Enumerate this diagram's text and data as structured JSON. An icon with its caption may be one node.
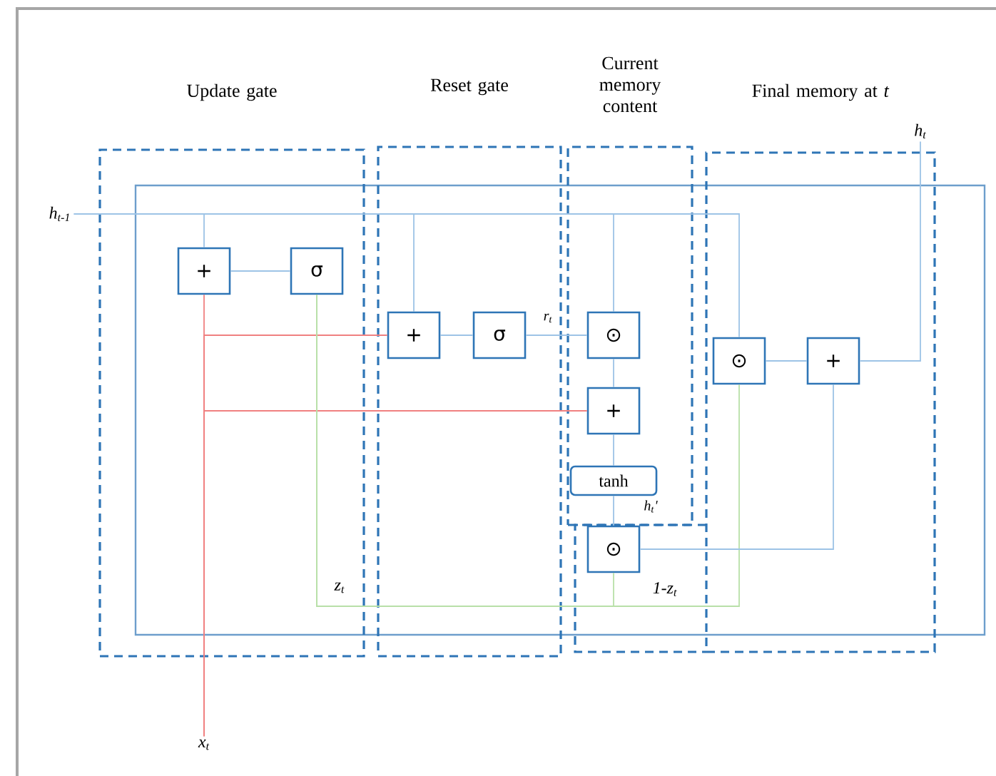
{
  "diagram": {
    "nodes": [
      {
        "text": [
          "Update gate"
        ]
      },
      {
        "text": [
          "Reset gate"
        ]
      },
      {
        "text": [
          "Current memory content"
        ]
      },
      {
        "text": [
          "Final memory at *t*"
        ]
      },
      {
        "text": [
          "+"
        ],
        "in": 0
      },
      {
        "text": [
          "σ"
        ],
        "in": 0
      },
      {
        "text": [
          "+"
        ],
        "in": 1
      },
      {
        "text": [
          "σ"
        ],
        "in": 1
      },
      {
        "text": [
          "⊙"
        ],
        "in": 2
      },
      {
        "text": [
          "+"
        ],
        "in": 2
      },
      {
        "text": [
          "tanh"
        ],
        "in": 2
      },
      {
        "text": [
          "⊙"
        ]
      },
      {
        "text": [
          "⊙"
        ],
        "in": 3
      },
      {
        "text": [
          "+"
        ],
        "in": 3
      },
      {
        "text": [
          "h$_{t-1}$"
        ]
      },
      {
        "text": [
          "h$_{t}$"
        ]
      },
      {
        "text": [
          "x$_{t}$"
        ]
      }
    ],
    "edges": [
      {
        "from": 14,
        "to": 4,
        "arrow": "none"
      },
      {
        "from": 14,
        "to": 6,
        "arrow": "none"
      },
      {
        "from": 14,
        "to": 8,
        "arrow": "none"
      },
      {
        "from": 14,
        "to": 12,
        "arrow": "none"
      },
      {
        "from": 4,
        "to": 5,
        "arrow": "none"
      },
      {
        "from": 16,
        "to": 4,
        "arrow": "none",
        "color": "#f08080"
      },
      {
        "from": 16,
        "to": 6,
        "arrow": "none",
        "color": "#f08080"
      },
      {
        "from": 16,
        "to": 9,
        "arrow": "none",
        "color": "#f08080"
      },
      {
        "from": 5,
        "to": 12,
        "arrow": "none",
        "color": "#b8e0a8"
      },
      {
        "from": 5,
        "to": 11,
        "arrow": "none",
        "color": "#b8e0a8"
      },
      {
        "from": 6,
        "to": 7,
        "arrow": "none"
      },
      {
        "from": 7,
        "to": 8,
        "arrow": "none",
        "label": "r$_{t}$"
      },
      {
        "from": 8,
        "to": 9,
        "arrow": "none"
      },
      {
        "from": 9,
        "to": 10,
        "arrow": "none"
      },
      {
        "from": 10,
        "to": 11,
        "arrow": "none",
        "label": "h$_{t}$'"
      },
      {
        "from": 11,
        "to": 13,
        "arrow": "none"
      },
      {
        "from": 12,
        "to": 13,
        "arrow": "none"
      },
      {
        "from": 13,
        "to": 15,
        "arrow": "none"
      }
    ],
    "labels": [
      "z$_{t}$",
      "1-z$_{t}$"
    ]
  }
}
